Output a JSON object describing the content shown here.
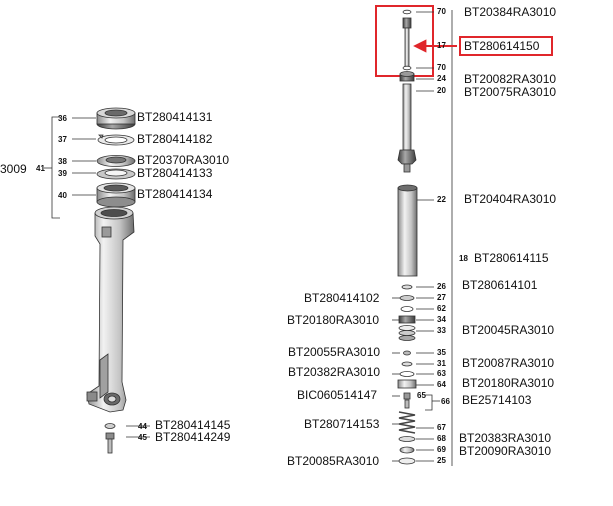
{
  "colors": {
    "highlight": "#e0262b",
    "line": "#333333",
    "part_light": "#e6e6e6",
    "part_mid": "#b9b9b9",
    "part_dark": "#5a5a5a"
  },
  "left_assembly": {
    "cut_text": "3009",
    "group_number": "41",
    "parts": [
      {
        "num": "36",
        "code": "BT280414131"
      },
      {
        "num": "37",
        "code": "BT280414182"
      },
      {
        "num": "38",
        "code": "BT20370RA3010"
      },
      {
        "num": "39",
        "code": "BT280414133"
      },
      {
        "num": "40",
        "code": "BT280414134"
      },
      {
        "num": "44",
        "code": "BT280414145"
      },
      {
        "num": "45",
        "code": "BT280414249"
      }
    ]
  },
  "right_assembly": {
    "highlighted_code": "BT280614150",
    "top_parts": [
      {
        "num": "70",
        "code": "BT20384RA3010"
      },
      {
        "num": "17",
        "code": ""
      },
      {
        "num": "70",
        "code": ""
      },
      {
        "num": "24",
        "code": "BT20082RA3010"
      },
      {
        "num": "20",
        "code": "BT20075RA3010"
      },
      {
        "num": "22",
        "code": "BT20404RA3010"
      }
    ],
    "group_number": "18",
    "group_code": "BT280614115",
    "lower_parts": [
      {
        "num": "26",
        "code": "BT280614101"
      },
      {
        "num": "27",
        "code": "BT280414102"
      },
      {
        "num": "62",
        "code": ""
      },
      {
        "num": "34",
        "code": "BT20180RA3010"
      },
      {
        "num": "33",
        "code": "BT20045RA3010"
      },
      {
        "num": "35",
        "code": "BT20055RA3010"
      },
      {
        "num": "31",
        "code": "BT20087RA3010"
      },
      {
        "num": "63",
        "code": "BT20382RA3010"
      },
      {
        "num": "64",
        "code": "BT20180RA3010"
      },
      {
        "num": "65",
        "code": "BIC060514147"
      },
      {
        "num": "66",
        "code": "BE25714103"
      },
      {
        "num": "67",
        "code": "BT280714153"
      },
      {
        "num": "68",
        "code": "BT20383RA3010"
      },
      {
        "num": "69",
        "code": "BT20090RA3010"
      },
      {
        "num": "25",
        "code": "BT20085RA3010"
      }
    ]
  }
}
